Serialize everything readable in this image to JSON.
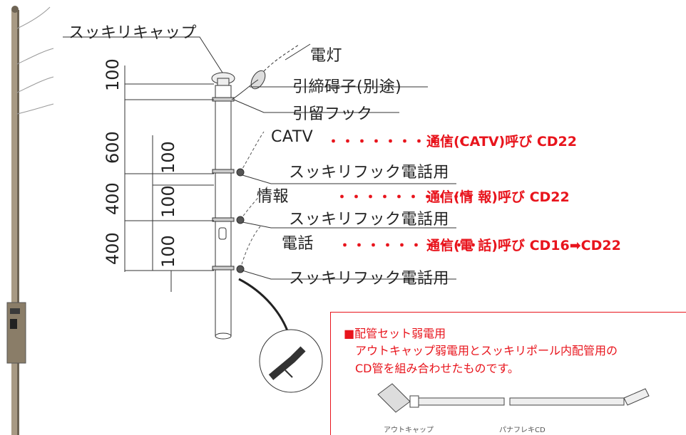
{
  "labels": {
    "cap": "スッキリキャップ",
    "lamp": "電灯",
    "insulator": "引締碍子(別途)",
    "hook": "引留フック",
    "catv": "CATV",
    "hook_tel_1": "スッキリフック電話用",
    "info": "情報",
    "hook_tel_2": "スッキリフック電話用",
    "phone": "電話",
    "hook_tel_3": "スッキリフック電話用"
  },
  "notes": {
    "catv_dots": "・・・・・・・・・・",
    "catv": "通信(CATV)呼び CD22",
    "info_dots": "・・・・・・・・・・",
    "info": "通信(情 報)呼び CD22",
    "phone_dots": "・・・・・・・・・・",
    "phone": "通信(電 話)呼び CD16➡CD22"
  },
  "dimensions": {
    "d1": "100",
    "d2": "600",
    "d3": "400",
    "d4": "400",
    "d5": "100",
    "d6": "100",
    "d7": "100"
  },
  "box": {
    "title": "■配管セット弱電用",
    "line1": "アウトキャップ弱電用とスッキリポール内配管用の",
    "line2": "CD管を組み合わせたものです。",
    "part1": "アウトキャップ",
    "part2": "パナフレキCD"
  },
  "colors": {
    "accent": "#e8141c",
    "line": "#333333"
  }
}
